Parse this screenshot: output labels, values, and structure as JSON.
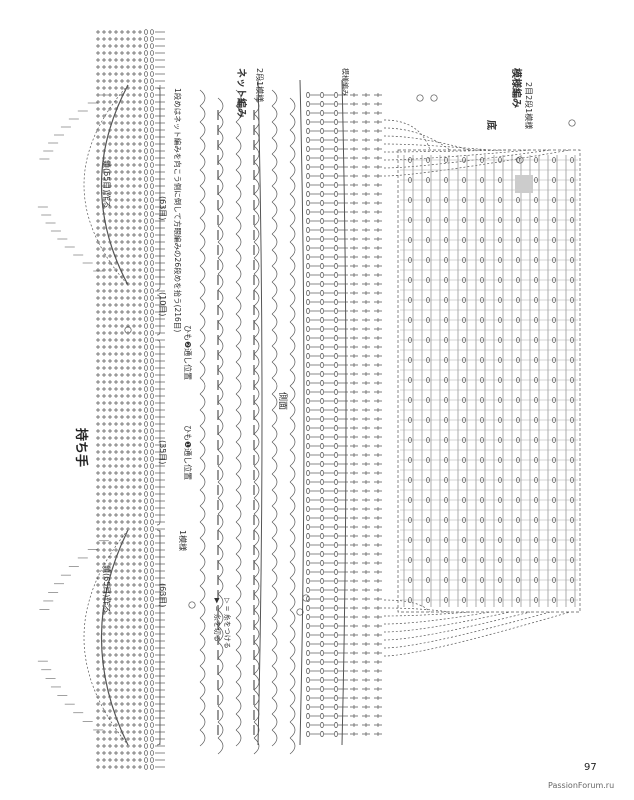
{
  "handle": {
    "title": "持ち手",
    "chain_note_top": "鎖(65目)作る",
    "chain_note_bottom": "鎖(65目)作る",
    "count_63_top": "(63目)",
    "count_63_bottom": "(63目)",
    "count_10": "(10目)",
    "count_35": "(35目)",
    "pickup_note": "1段めはネット編みを向こう側に倒して方眼編みの26段めを拾う(216目)"
  },
  "side": {
    "label": "側面",
    "net_label": "ネット編み",
    "net_repeat": "2段1模様",
    "pattern_label": "模様編み",
    "one_repeat": "1模様",
    "cord2_position": "ひも❷通し位置",
    "cord1_position": "ひも❶通し位置"
  },
  "bottom": {
    "label": "底",
    "pattern_label": "模様編み",
    "repeat": "2目2段1模様"
  },
  "legend": {
    "attach": "▷ = 糸をつける",
    "cut": "▶ = 糸を切る"
  },
  "page_number": "97",
  "watermark": "PassionForum.ru"
}
